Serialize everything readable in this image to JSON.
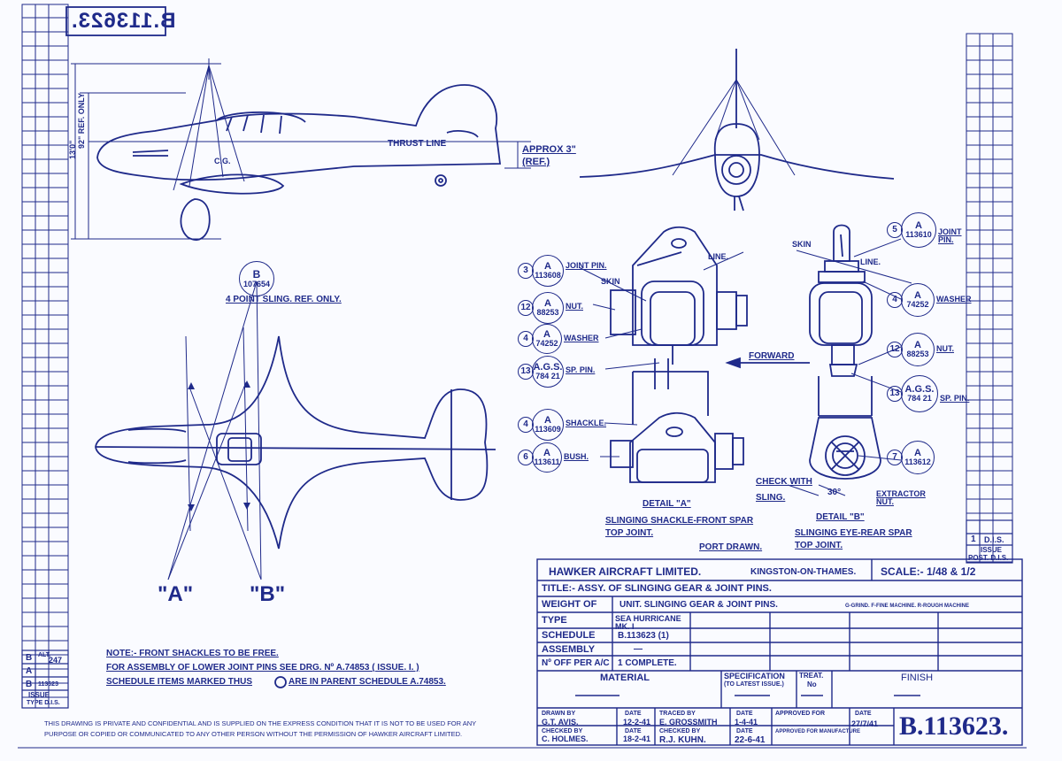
{
  "drawing_number": "B.113623.",
  "drawing_number_stamp": "B.113623.",
  "side_view": {
    "height_dim": "13'0\"",
    "ref_dim": "92\" REF. ONLY",
    "thrust_line": "THRUST LINE",
    "approx": "APPROX 3\"",
    "ref": "(REF.)",
    "cg": "C.G."
  },
  "plan_view": {
    "sling_circle": {
      "letter": "B",
      "number": "107654"
    },
    "sling_note": "4 POINT SLING. REF. ONLY.",
    "label_a": "\"A\"",
    "label_b": "\"B\""
  },
  "detail_a": {
    "parts": [
      {
        "qty": "3",
        "letter": "A",
        "number": "113608",
        "desc": "JOINT PIN."
      },
      {
        "qty": "12",
        "letter": "A",
        "number": "88253",
        "desc": "NUT."
      },
      {
        "qty": "4",
        "letter": "A",
        "number": "74252",
        "desc": "WASHER"
      },
      {
        "qty": "13",
        "letter": "A.G.S.",
        "number": "784 21",
        "desc": "SP. PIN."
      },
      {
        "qty": "4",
        "letter": "A",
        "number": "113609",
        "desc": "SHACKLE."
      },
      {
        "qty": "6",
        "letter": "A",
        "number": "113611",
        "desc": "BUSH."
      }
    ],
    "skin": "SKIN",
    "line": "LINE.",
    "title": "DETAIL \"A\"",
    "caption1": "SLINGING SHACKLE-FRONT SPAR",
    "caption2": "TOP JOINT.",
    "port": "PORT DRAWN."
  },
  "forward": "FORWARD",
  "detail_b": {
    "parts": [
      {
        "qty": "5",
        "letter": "A",
        "number": "113610",
        "desc": "JOINT PIN."
      },
      {
        "qty": "4",
        "letter": "A",
        "number": "74252",
        "desc": "WASHER"
      },
      {
        "qty": "12",
        "letter": "A",
        "number": "88253",
        "desc": "NUT."
      },
      {
        "qty": "13",
        "letter": "A.G.S.",
        "number": "784 21",
        "desc": "SP. PIN."
      },
      {
        "qty": "7",
        "letter": "A",
        "number": "113612",
        "desc": "EXTRACTOR NUT."
      }
    ],
    "skin": "SKIN",
    "line": "LINE.",
    "check_with": "CHECK WITH",
    "sling": "SLING.",
    "angle": "30°",
    "title": "DETAIL \"B\"",
    "caption1": "SLINGING EYE-REAR SPAR",
    "caption2": "TOP JOINT."
  },
  "notes": {
    "line1": "NOTE:- FRONT SHACKLES TO BE FREE.",
    "line2": "FOR ASSEMBLY OF LOWER JOINT PINS SEE DRG. Nº A.74853 ( ISSUE. I. )",
    "line3a": "SCHEDULE ITEMS MARKED THUS",
    "line3b": "ARE IN PARENT SCHEDULE A.74853."
  },
  "title_block": {
    "company": "HAWKER AIRCRAFT LIMITED.",
    "location": "KINGSTON-ON-THAMES.",
    "scale": "SCALE:- 1/48 & 1/2",
    "title": "TITLE:- ASSY. OF SLINGING GEAR & JOINT PINS.",
    "weight_label": "WEIGHT OF",
    "unit": "UNIT. SLINGING GEAR & JOINT PINS.",
    "finish_key": "G-GRIND. F-FINE MACHINE. R-ROUGH MACHINE",
    "type_label": "TYPE",
    "type_value": "SEA HURRICANE MK. I",
    "schedule_label": "SCHEDULE",
    "schedule_value": "B.113623 (1)",
    "assembly_label": "ASSEMBLY",
    "assembly_value": "—",
    "no_off_label": "Nº OFF PER A/C",
    "no_off_value": "1 COMPLETE.",
    "material": "MATERIAL",
    "specification": "SPECIFICATION",
    "spec_sub": "(TO LATEST ISSUE.)",
    "treatment": "TREAT.",
    "treatment_no": "No",
    "finish": "FINISH",
    "drawn_by": "DRAWN BY",
    "drawn_name": "G.T. AVIS.",
    "drawn_date": "12-2-41",
    "checked_by": "CHECKED BY",
    "checked_name": "C. HOLMES.",
    "checked_date": "18-2-41",
    "traced_by": "TRACED BY",
    "traced_name": "E. GROSSMITH",
    "traced_date": "1-4-41",
    "traced_checked_by": "CHECKED BY",
    "traced_checked_name": "R.J. KUHN.",
    "traced_checked_date": "22-6-41",
    "date": "DATE",
    "approved_for": "APPROVED FOR",
    "approved_for_mfg": "APPROVED FOR MANUFACTURE",
    "approved_date": "27/7/41"
  },
  "issue_block": {
    "alt": "ALT.",
    "alt_letters": [
      "B",
      "A",
      "B"
    ],
    "alt_value": "247",
    "parent_ref": "113623",
    "issue": "ISSUE",
    "issue_sub": "TYPE D.I.S."
  },
  "issue_block_right": {
    "row1": "1",
    "row1_text": "D.I.S.",
    "issue": "ISSUE",
    "post": "POST. D.I.S."
  },
  "footer": {
    "line1": "THIS DRAWING IS PRIVATE AND CONFIDENTIAL AND IS SUPPLIED ON THE EXPRESS CONDITION THAT IT IS NOT TO BE USED FOR ANY",
    "line2": "PURPOSE OR COPIED OR COMMUNICATED TO ANY OTHER PERSON WITHOUT THE PERMISSION OF HAWKER AIRCRAFT LIMITED."
  }
}
